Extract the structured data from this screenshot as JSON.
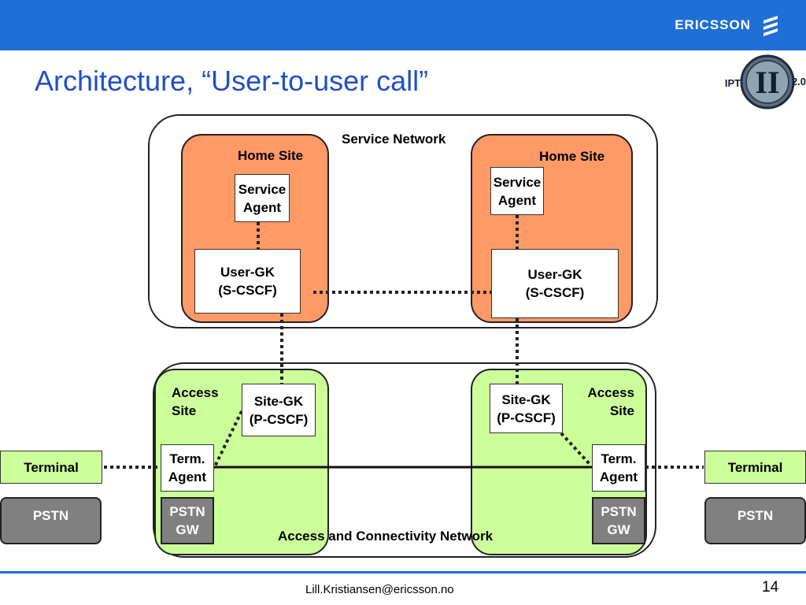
{
  "header": {
    "brand": "ERICSSON",
    "brand_icon": "ericsson-stripes-icon"
  },
  "title": "Architecture, “User-to-user call”",
  "logo": {
    "text_left": "IPT",
    "text_center": "II",
    "text_right": "2.0"
  },
  "diagram": {
    "service_network": "Service Network",
    "access_network": "Access and Connectivity Network",
    "left": {
      "home_site": "Home Site",
      "service_agent": [
        "Service",
        "Agent"
      ],
      "user_gk": [
        "User-GK",
        "(S-CSCF)"
      ],
      "access_site": [
        "Access",
        "Site"
      ],
      "site_gk": [
        "Site-GK",
        "(P-CSCF)"
      ],
      "term_agent": [
        "Term.",
        "Agent"
      ],
      "pstn_gw": [
        "PSTN",
        "GW"
      ],
      "terminal": "Terminal",
      "pstn": "PSTN"
    },
    "right": {
      "home_site": "Home Site",
      "service_agent": [
        "Service",
        "Agent"
      ],
      "user_gk": [
        "User-GK",
        "(S-CSCF)"
      ],
      "access_site": [
        "Access",
        "Site"
      ],
      "site_gk": [
        "Site-GK",
        "(P-CSCF)"
      ],
      "term_agent": [
        "Term.",
        "Agent"
      ],
      "pstn_gw": [
        "PSTN",
        "GW"
      ],
      "terminal": "Terminal",
      "pstn": "PSTN"
    }
  },
  "footer": {
    "email": "Lill.Kristiansen@ericsson.no",
    "page": "14"
  },
  "colors": {
    "header": "#1f6fd6",
    "title": "#1f4fc8",
    "home_site": "#ff9966",
    "access_site": "#ccff99",
    "gateway": "#808080"
  }
}
